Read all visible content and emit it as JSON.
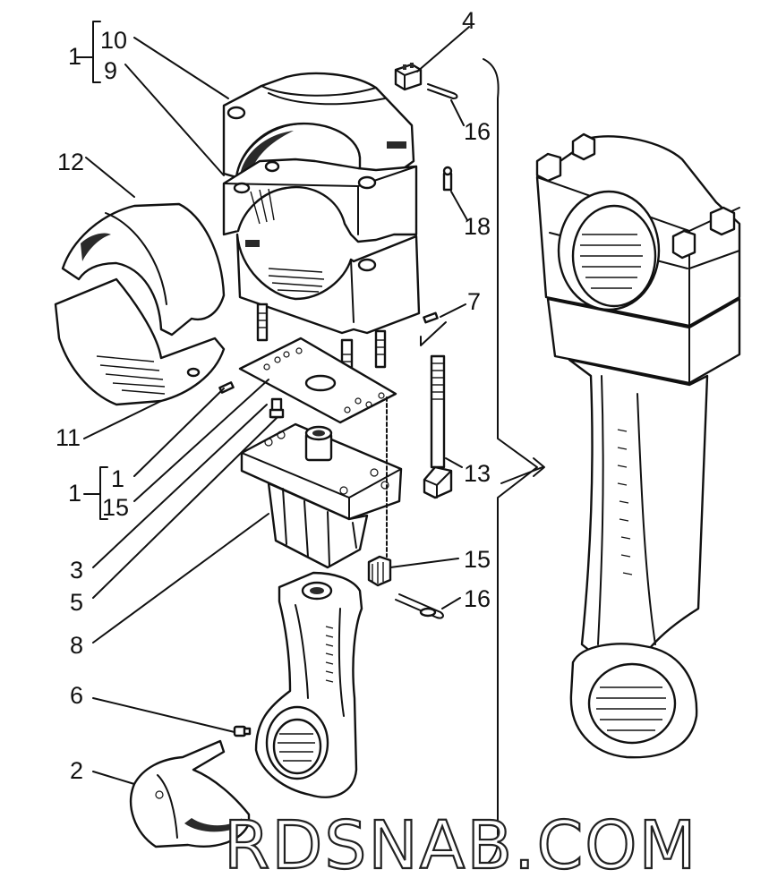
{
  "diagram": {
    "labels": {
      "l1a": "1",
      "l10": "10",
      "l9": "9",
      "l4": "4",
      "l16a": "16",
      "l12": "12",
      "l18": "18",
      "l7": "7",
      "l11": "11",
      "l13": "13",
      "l1b": "1",
      "l1c": "1",
      "l15a": "15",
      "l3": "3",
      "l5": "5",
      "l15b": "15",
      "l16b": "16",
      "l8": "8",
      "l6": "6",
      "l2": "2"
    },
    "watermark": "RDSNAB.COM"
  }
}
